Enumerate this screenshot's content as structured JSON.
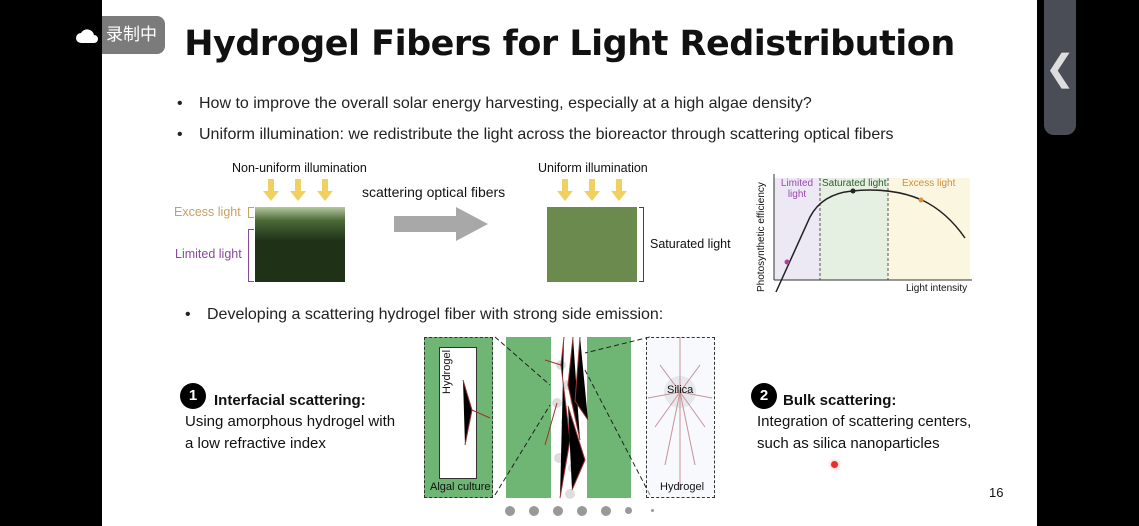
{
  "recording": {
    "label": "录制中",
    "icon": "cloud-icon"
  },
  "side_tab": {
    "icon": "chevron-left-icon",
    "glyph": "❮"
  },
  "slide": {
    "title": "Hydrogel Fibers for Light Redistribution",
    "bullets": [
      "How to improve the overall solar energy harvesting, especially at a high algae density?",
      "Uniform illumination: we redistribute the light across the bioreactor through scattering optical fibers",
      "Developing a scattering hydrogel fiber with strong side emission:"
    ],
    "figure1": {
      "nonuniform": "Non-uniform illumination",
      "excess": "Excess light",
      "limited": "Limited light",
      "arrow_label": "scattering optical fibers",
      "uniform": "Uniform illumination",
      "saturated": "Saturated light"
    },
    "chart": {
      "ylabel": "Photosynthetic efficiency",
      "xlabel": "Light intensity",
      "zones": [
        "Limited light",
        "Saturated light",
        "Excess light"
      ]
    },
    "figure2": {
      "hydrogel": "Hydrogel",
      "algal": "Algal culture",
      "silica": "Silica",
      "hydrogel2": "Hydrogel"
    },
    "item1": {
      "num": "1",
      "heading": "Interfacial scattering:",
      "line1": "Using amorphous hydrogel with",
      "line2": "a low refractive index"
    },
    "item2": {
      "num": "2",
      "heading": "Bulk scattering:",
      "line1": "Integration of scattering centers,",
      "line2": "such as silica nanoparticles"
    },
    "page_number": "16"
  },
  "colors": {
    "excess": "#c9a060",
    "limited": "#8a4a9a",
    "green": "#6b8a4e",
    "arrow": "#f0d060"
  }
}
